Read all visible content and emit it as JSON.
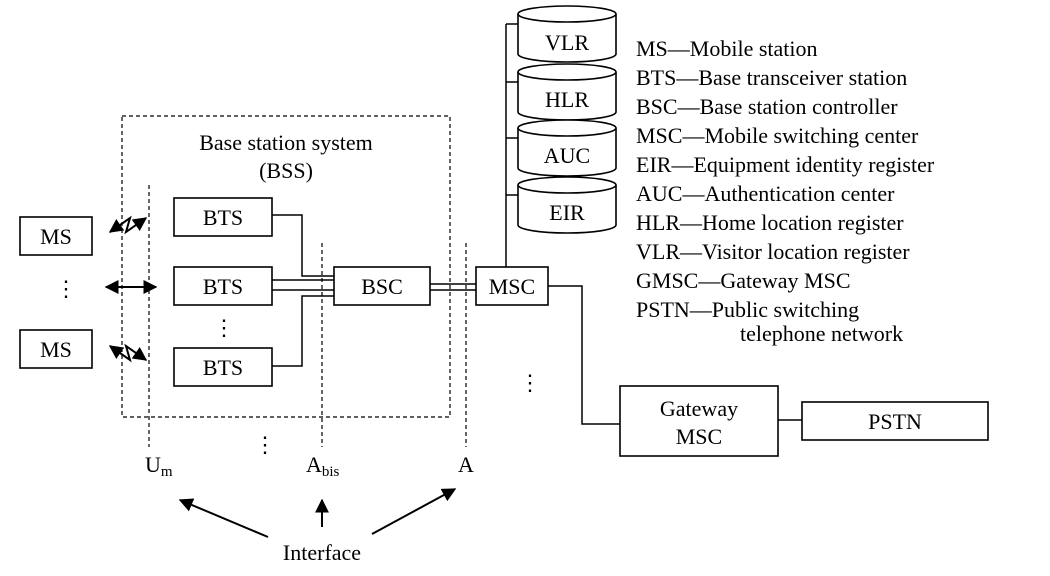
{
  "bss": {
    "title_line1": "Base station system",
    "title_line2": "(BSS)"
  },
  "nodes": {
    "ms_top": "MS",
    "ms_bottom": "MS",
    "bts_top": "BTS",
    "bts_middle": "BTS",
    "bts_bottom": "BTS",
    "bsc": "BSC",
    "msc": "MSC",
    "gateway_line1": "Gateway",
    "gateway_line2": "MSC",
    "pstn": "PSTN"
  },
  "databases": {
    "vlr": "VLR",
    "hlr": "HLR",
    "auc": "AUC",
    "eir": "EIR"
  },
  "ellipsis": "⋮",
  "interfaces": {
    "um_base": "U",
    "um_sub": "m",
    "abis_base": "A",
    "abis_sub": "bis",
    "a": "A",
    "caption": "Interface"
  },
  "legend": [
    "MS—Mobile station",
    "BTS—Base transceiver station",
    "BSC—Base station controller",
    "MSC—Mobile switching center",
    "EIR—Equipment identity register",
    "AUC—Authentication center",
    "HLR—Home location register",
    "VLR—Visitor location register",
    "GMSC—Gateway MSC",
    "PSTN—Public switching",
    "telephone network"
  ]
}
